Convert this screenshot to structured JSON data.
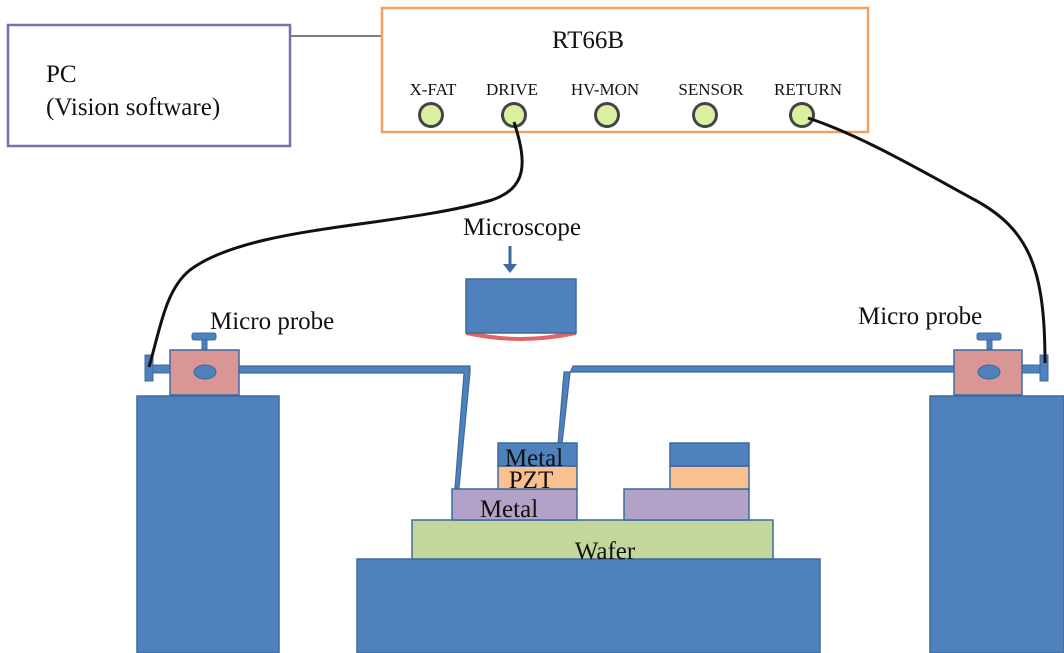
{
  "pc_box": {
    "line1": "PC",
    "line2": "(Vision software)"
  },
  "rt66b": {
    "title": "RT66B",
    "ports": [
      "X-FAT",
      "DRIVE",
      "HV-MON",
      "SENSOR",
      "RETURN"
    ]
  },
  "labels": {
    "microscope": "Microscope",
    "probe_left": "Micro probe",
    "probe_right": "Micro probe",
    "wafer": "Wafer",
    "metal_bottom": "Metal",
    "pzt": "PZT",
    "metal_top": "Metal"
  },
  "colors": {
    "pc_border": "#7b6fa8",
    "rt66b_border": "#f0a060",
    "port_fill": "#d8f0a0",
    "block_blue": "#4f81bd",
    "wafer_green": "#c3d69b",
    "metal_purple": "#b3a2c7",
    "pzt_orange": "#fac090",
    "probe_pink": "#d99694",
    "lens_red": "#e06666",
    "wire": "#111111"
  }
}
